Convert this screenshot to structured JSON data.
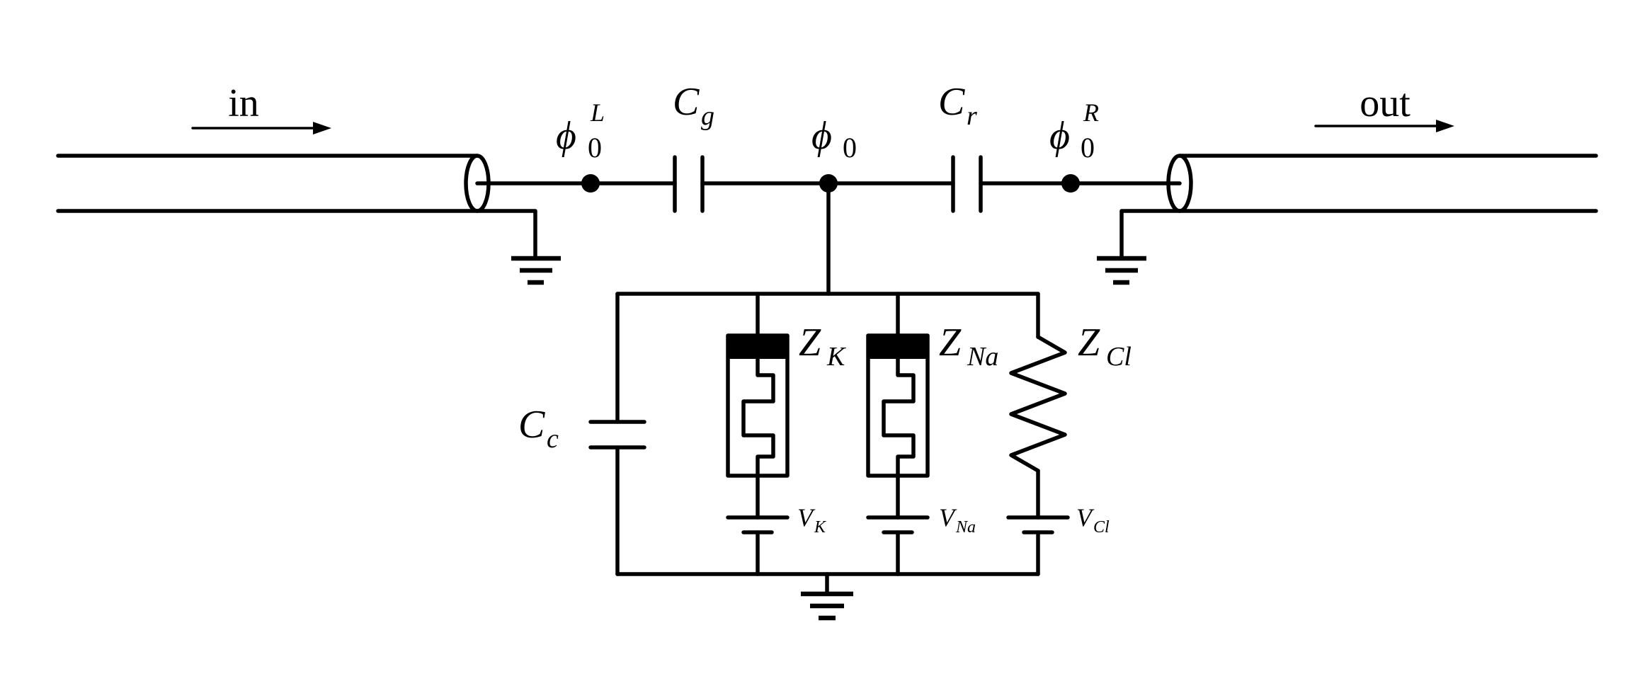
{
  "colors": {
    "wire": "#000000",
    "ground": "#0d1b3e",
    "background": "#ffffff"
  },
  "labels": {
    "in": "in",
    "out": "out",
    "phi": "ϕ",
    "zero": "0",
    "L": "L",
    "R": "R",
    "C": "C",
    "g": "g",
    "r": "r",
    "c": "c",
    "Z": "Z",
    "V": "V",
    "K": "K",
    "Na": "Na",
    "Cl": "Cl"
  }
}
